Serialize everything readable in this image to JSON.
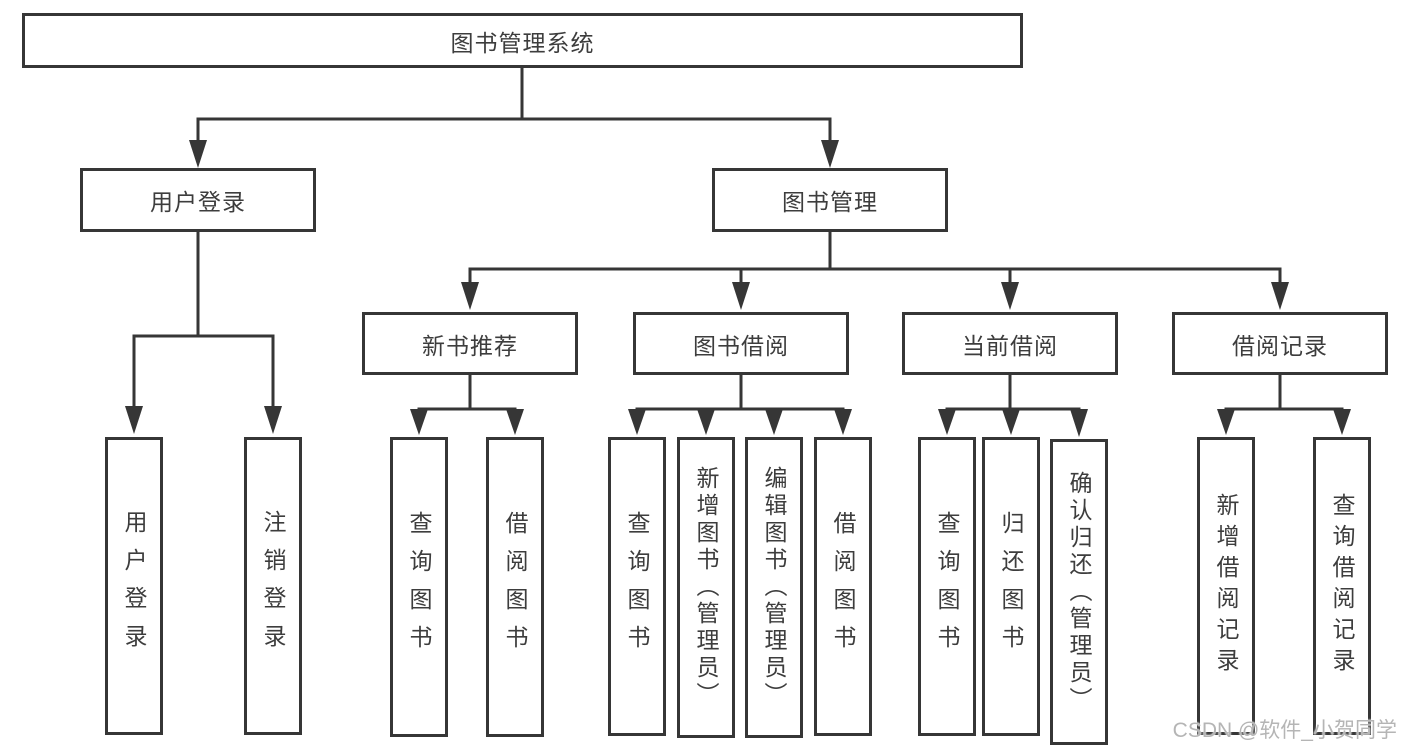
{
  "diagram": {
    "root": {
      "label": "图书管理系统"
    },
    "branches": [
      {
        "label": "用户登录",
        "children": [
          {
            "label": "用户登录"
          },
          {
            "label": "注销登录"
          }
        ]
      },
      {
        "label": "图书管理",
        "children": [
          {
            "label": "新书推荐",
            "children": [
              {
                "label": "查询图书"
              },
              {
                "label": "借阅图书"
              }
            ]
          },
          {
            "label": "图书借阅",
            "children": [
              {
                "label": "查询图书"
              },
              {
                "label": "新增图书（管理员）"
              },
              {
                "label": "编辑图书（管理员）"
              },
              {
                "label": "借阅图书"
              }
            ]
          },
          {
            "label": "当前借阅",
            "children": [
              {
                "label": "查询图书"
              },
              {
                "label": "归还图书"
              },
              {
                "label": "确认归还（管理员）"
              }
            ]
          },
          {
            "label": "借阅记录",
            "children": [
              {
                "label": "新增借阅记录"
              },
              {
                "label": "查询借阅记录"
              }
            ]
          }
        ]
      }
    ]
  },
  "watermark": {
    "text": "CSDN @软件_小贺同学"
  },
  "colors": {
    "line": "#363636",
    "text": "#3d3d3d",
    "watermark": "#b5b5b5",
    "background": "#ffffff"
  }
}
